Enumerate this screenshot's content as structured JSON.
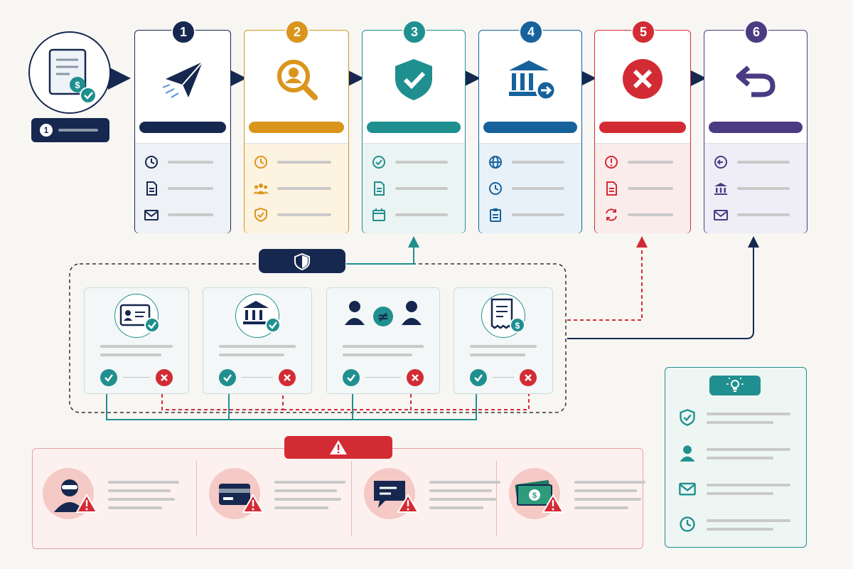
{
  "colors": {
    "navy": "#16284f",
    "gold": "#d9951c",
    "teal": "#1f8f8f",
    "blue": "#15629c",
    "red": "#d32b34",
    "purple": "#4a3b83",
    "line_gray": "#c9c9c9"
  },
  "start": {
    "icon": "invoice-document-check-icon",
    "step_badge": "1"
  },
  "steps": [
    {
      "number": "1",
      "icon": "paper-plane-icon",
      "color": "#16284f",
      "rows": [
        "clock-icon",
        "document-icon",
        "envelope-icon"
      ]
    },
    {
      "number": "2",
      "icon": "magnifier-user-icon",
      "color": "#d9951c",
      "rows": [
        "clock-icon",
        "people-icon",
        "shield-check-icon"
      ]
    },
    {
      "number": "3",
      "icon": "shield-check-icon",
      "color": "#1f8f8f",
      "rows": [
        "check-circle-icon",
        "document-icon",
        "calendar-icon"
      ]
    },
    {
      "number": "4",
      "icon": "bank-arrow-icon",
      "color": "#15629c",
      "rows": [
        "globe-icon",
        "clock-icon",
        "clipboard-icon"
      ]
    },
    {
      "number": "5",
      "icon": "x-circle-icon",
      "color": "#d32b34",
      "rows": [
        "alert-circle-icon",
        "document-icon",
        "refresh-icon"
      ]
    },
    {
      "number": "6",
      "icon": "return-arrow-icon",
      "color": "#4a3b83",
      "rows": [
        "arrow-left-circle-icon",
        "bank-icon",
        "envelope-icon"
      ]
    }
  ],
  "verification": {
    "badge_icon": "shield-half-icon",
    "checks": [
      {
        "icon": "id-card-check-icon"
      },
      {
        "icon": "bank-check-icon"
      },
      {
        "icon": "name-mismatch-icon"
      },
      {
        "icon": "receipt-dollar-icon"
      }
    ]
  },
  "risks": {
    "badge_icon": "warning-triangle-icon",
    "items": [
      {
        "icon": "fraudster-warning-icon"
      },
      {
        "icon": "card-warning-icon"
      },
      {
        "icon": "chat-warning-icon"
      },
      {
        "icon": "cash-warning-icon"
      }
    ]
  },
  "tips": {
    "badge_icon": "lightbulb-icon",
    "items": [
      {
        "icon": "shield-check-icon"
      },
      {
        "icon": "user-icon"
      },
      {
        "icon": "envelope-icon"
      },
      {
        "icon": "clock-icon"
      }
    ]
  }
}
